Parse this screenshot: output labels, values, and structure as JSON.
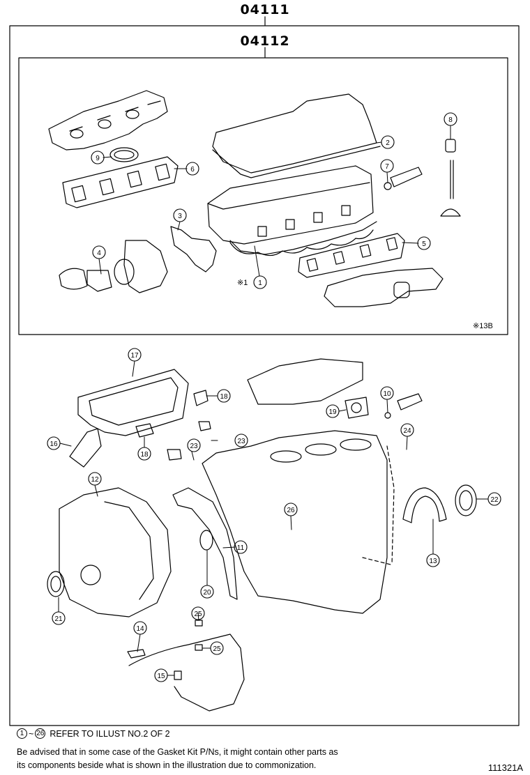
{
  "kits": {
    "outer": "04111",
    "inner": "04112"
  },
  "notes": {
    "marker_1": "※1",
    "marker_13b": "※13B",
    "refer_from": "1",
    "refer_tilde": "~",
    "refer_to": "26",
    "refer_text": "REFER TO ILLUST NO.2 OF 2",
    "advised_line1": "Be advised that in some case of the Gasket Kit P/Ns,  it might contain other parts as",
    "advised_line2": "its components beside what is shown in the illustration due to commonization.",
    "image_id": "111321A"
  },
  "callouts": [
    "1",
    "2",
    "3",
    "4",
    "5",
    "6",
    "7",
    "8",
    "9",
    "10",
    "11",
    "12",
    "13",
    "14",
    "15",
    "16",
    "17",
    "18",
    "18",
    "19",
    "20",
    "21",
    "22",
    "23",
    "23",
    "24",
    "25",
    "25",
    "26"
  ]
}
